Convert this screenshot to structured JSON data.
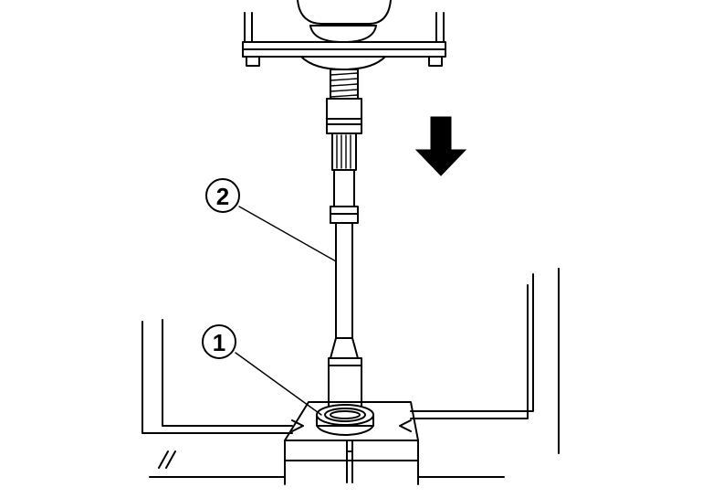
{
  "callouts": [
    {
      "id": "1",
      "label": "1"
    },
    {
      "id": "2",
      "label": "2"
    }
  ],
  "icons": {
    "direction": "arrow-down-icon"
  },
  "colors": {
    "line": "#000000",
    "background": "#ffffff"
  }
}
